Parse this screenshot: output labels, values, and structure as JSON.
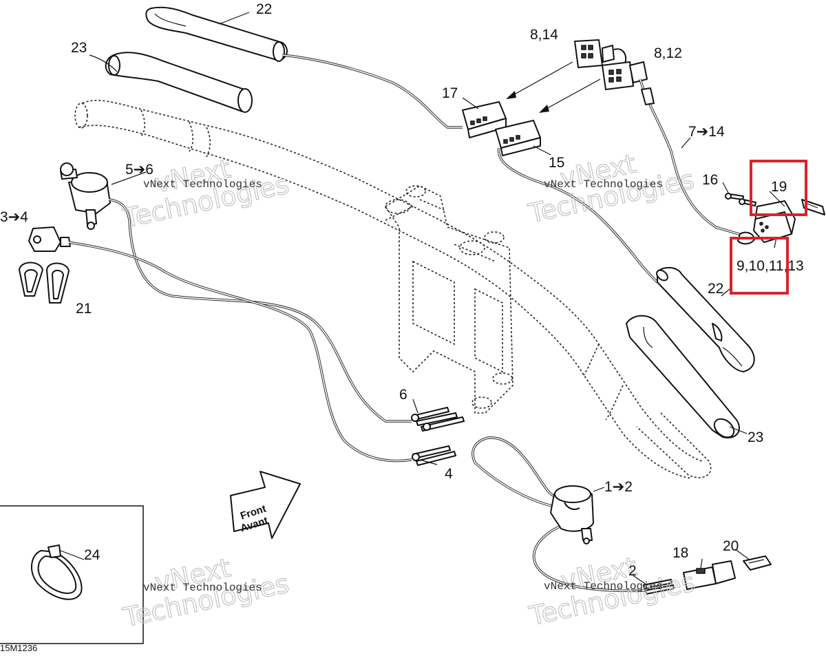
{
  "labels": {
    "l22a": "22",
    "l23a": "23",
    "l814": "8,14",
    "l812": "8,12",
    "l17": "17",
    "l15": "15",
    "l714": "7➔14",
    "l56": "5➔6",
    "l34": "3➔4",
    "l16": "16",
    "l19": "19",
    "l910": "9,10,11,13",
    "l22b": "22",
    "l21": "21",
    "l6": "6",
    "l4": "4",
    "l23b": "23",
    "l12": "1➔2",
    "l24": "24",
    "l18": "18",
    "l20": "20",
    "l2": "2"
  },
  "front_arrow": {
    "line1": "Front",
    "line2": "Avant"
  },
  "figure_code": "15M1236",
  "watermark": {
    "company": "vNext Technologies",
    "big_line1": "vNext",
    "big_line2": "Technologies"
  },
  "highlight_color": "#d9232a"
}
